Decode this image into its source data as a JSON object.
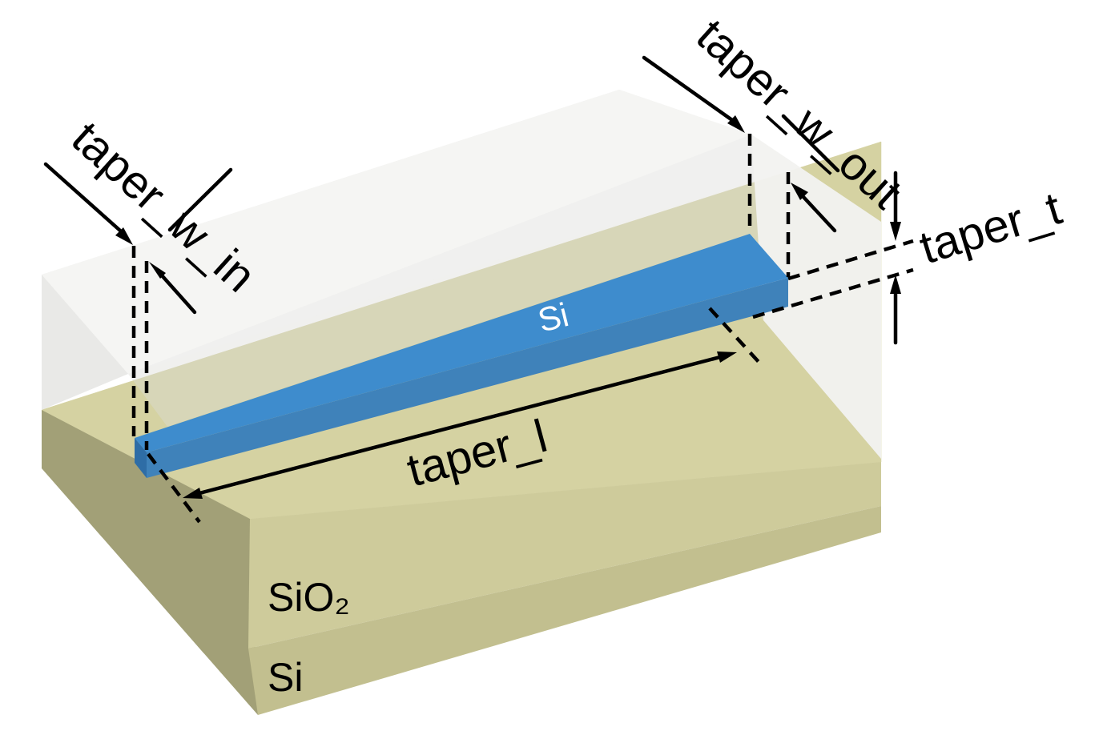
{
  "figure": {
    "type": "3d-schematic",
    "description": "Silicon photonic inverse taper waveguide on SiO2-on-Si substrate with translucent top cladding and dimension annotations"
  },
  "labels": {
    "taper_w_in": "taper_w_in",
    "taper_w_out": "taper_w_out",
    "taper_t": "taper_t",
    "taper_l": "taper_l",
    "waveguide_material": "Si",
    "oxide_material": "SiO₂",
    "substrate_material": "Si"
  },
  "colors": {
    "background": "#ffffff",
    "sio2_top": "#d5d2a2",
    "sio2_front": "#cecb9b",
    "si_front": "#c2bf8f",
    "slab_left_dark": "#a2a077",
    "wg_top": "#3e8ccd",
    "wg_side": "#3f82ba",
    "wg_facet": "#2e6da6",
    "clad_wash": "#dcdcd7",
    "clad_top": "#f5f5f3",
    "clad_left_tri": "#e9e9e7",
    "clad_front_band": "#f0f0ee",
    "clad_right": "#f3f3f1",
    "annotation": "#000000",
    "wg_label_color": "#ffffff"
  }
}
